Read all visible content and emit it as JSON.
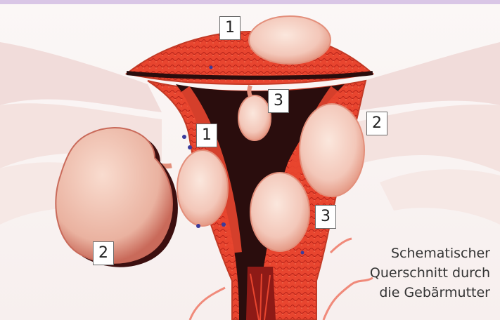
{
  "illustration": {
    "callouts": [
      {
        "id": "subserous-top",
        "label": "1"
      },
      {
        "id": "intramural",
        "label": "1"
      },
      {
        "id": "pedunculated-submucous",
        "label": "3"
      },
      {
        "id": "subserous-right",
        "label": "2"
      },
      {
        "id": "submucous-right",
        "label": "3"
      },
      {
        "id": "pedunculated-subserous",
        "label": "2"
      }
    ],
    "caption": [
      "Schematischer",
      "Querschnitt durch",
      "die Gebärmutter"
    ]
  },
  "colors": {
    "tissue": "#e8452f",
    "tissue_dark": "#b52218",
    "cavity": "#2a0d0d",
    "fibroid": "#f3c7b9",
    "background": "#f7efee",
    "top_band": "#d9c6e6"
  }
}
